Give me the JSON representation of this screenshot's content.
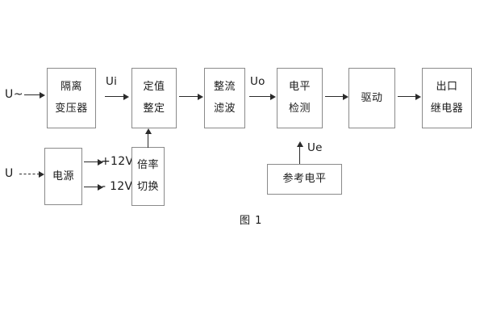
{
  "figure": {
    "caption": "图 1",
    "background_color": "#ffffff",
    "box_border_color": "#8a8a8a",
    "line_color": "#2b2b2b",
    "text_color": "#1a1a1a"
  },
  "blocks": [
    {
      "id": "isolation-transformer",
      "lines": [
        "隔离",
        "变压器"
      ]
    },
    {
      "id": "setting-value",
      "lines": [
        "定值",
        "整定"
      ]
    },
    {
      "id": "rectify-filter",
      "lines": [
        "整流",
        "滤波"
      ]
    },
    {
      "id": "level-detection",
      "lines": [
        "电平",
        "检测"
      ]
    },
    {
      "id": "drive",
      "lines": [
        "驱动"
      ]
    },
    {
      "id": "output-relay",
      "lines": [
        "出口",
        "继电器"
      ]
    },
    {
      "id": "power-supply",
      "lines": [
        "电源"
      ]
    },
    {
      "id": "multiplier-switch",
      "lines": [
        "倍率",
        "切换"
      ]
    },
    {
      "id": "reference-level",
      "lines": [
        "参考电平"
      ]
    }
  ],
  "labels": {
    "input_ac": "U~",
    "input_dc": "U",
    "signal_ui": "Ui",
    "signal_uo": "Uo",
    "signal_ue": "Ue",
    "supply_positive": "+12V",
    "supply_negative": "- 12V"
  }
}
